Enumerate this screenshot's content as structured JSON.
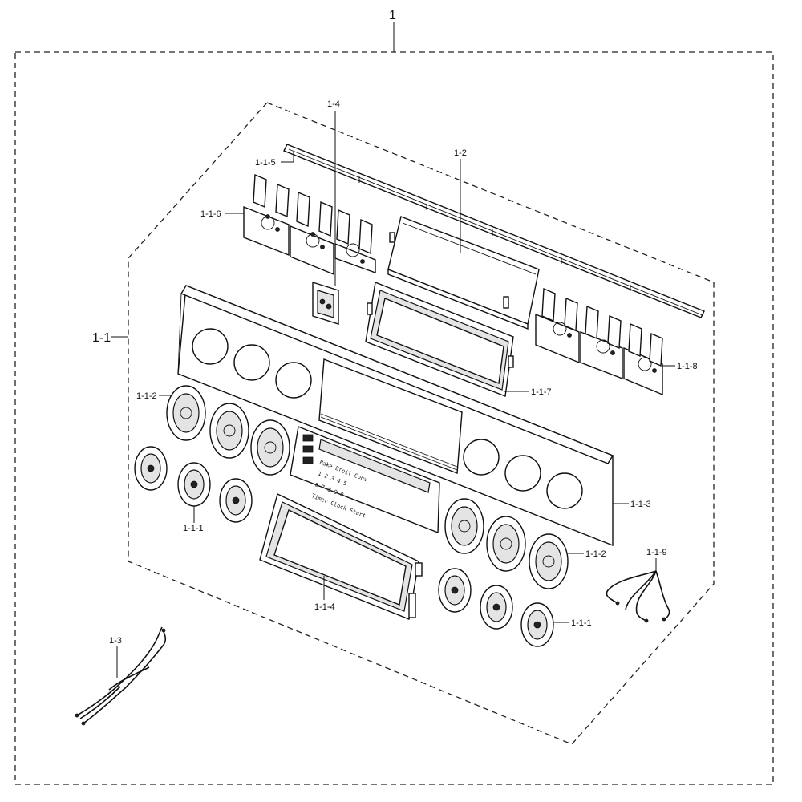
{
  "labels": {
    "assembly": "1",
    "panel_assy": "1-1",
    "display_cover": "1-2",
    "wire_harness": "1-3",
    "module": "1-4",
    "trim_strip": "1-1-5",
    "bracket_left": "1-1-6",
    "display_frame": "1-1-7",
    "bracket_right": "1-1-8",
    "bezel_left": "1-1-2",
    "knob_left": "1-1-1",
    "control_panel": "1-1-3",
    "bezel_right": "1-1-2",
    "window_frame": "1-1-4",
    "knob_right": "1-1-1",
    "wire_small": "1-1-9"
  },
  "keypad_text": {
    "row1": "Bake  Broil  Conv",
    "row2": "1  2  3  4  5",
    "row3": "6  7  8  9  0",
    "row4": "Timer  Clock  Start"
  }
}
